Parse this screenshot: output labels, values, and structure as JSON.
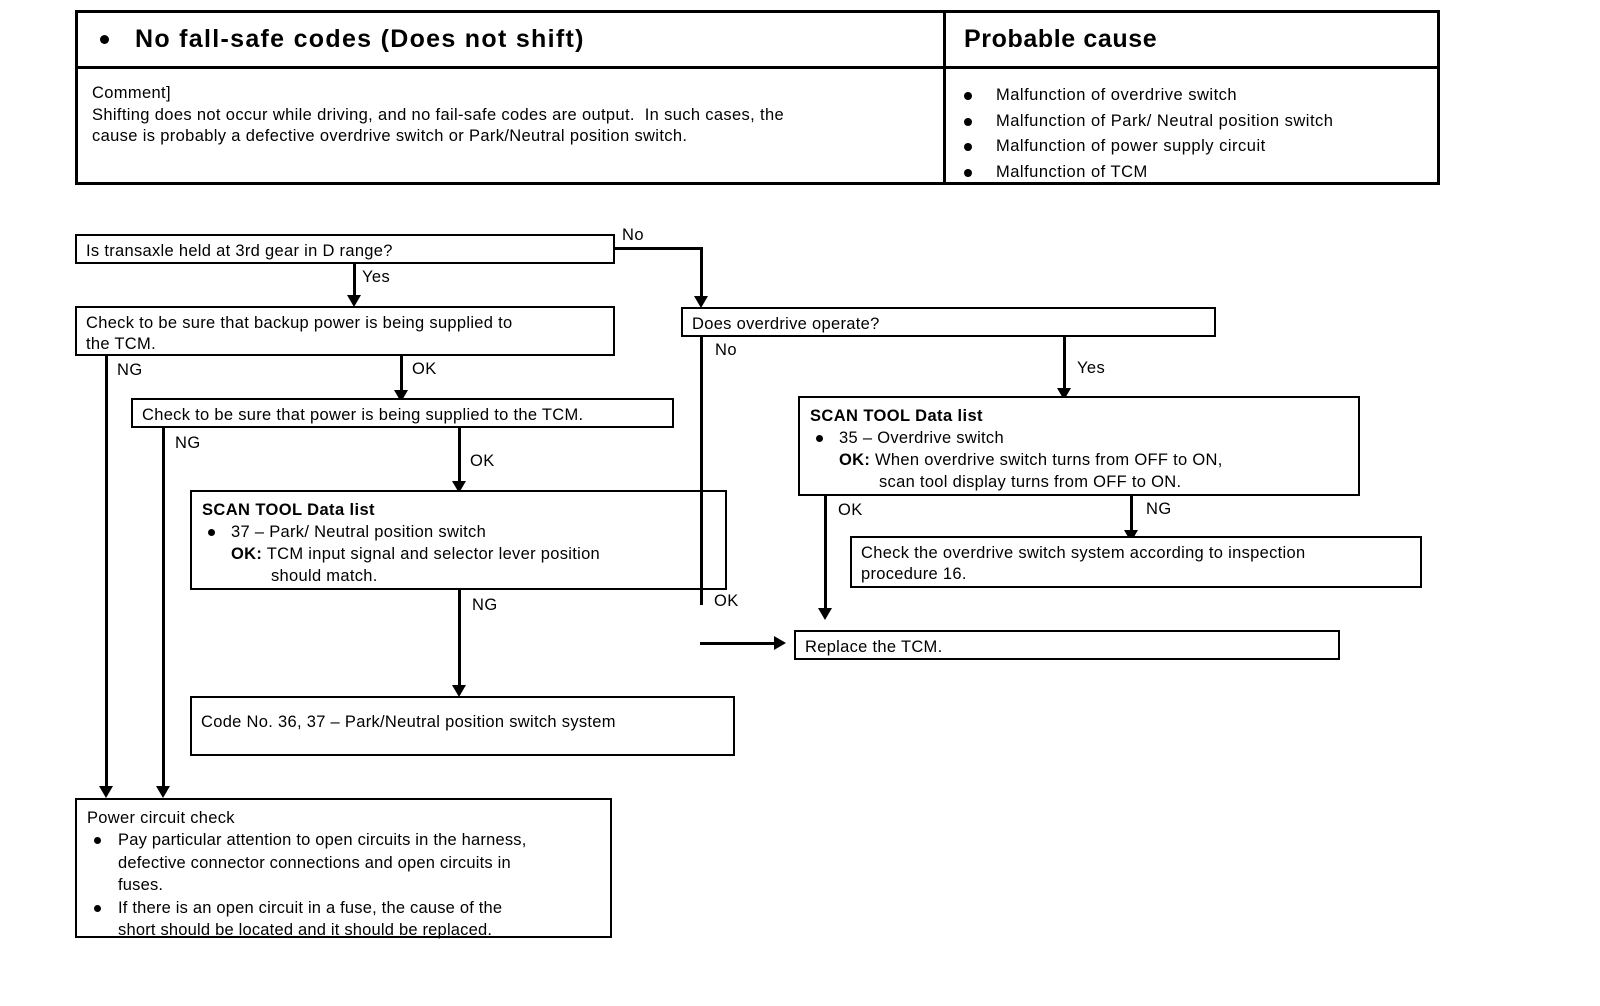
{
  "table": {
    "header_left": "No fall-safe codes (Does not shift)",
    "header_right": "Probable cause",
    "comment_label": "Comment]",
    "comment_line1": "Shifting does not occur while driving, and no fail-safe codes are output.  In such cases, the",
    "comment_line2": "cause is probably a defective overdrive switch or Park/Neutral position switch.",
    "causes": [
      "Malfunction of overdrive switch",
      "Malfunction of Park/ Neutral position switch",
      "Malfunction of power supply circuit",
      "Malfunction of TCM"
    ]
  },
  "flow": {
    "q1": "Is transaxle held at 3rd gear in D range?",
    "backup_line1": "Check to be sure that backup power is being supplied to",
    "backup_line2": "the TCM.",
    "power_tcm": "Check to be sure that power is being supplied to the TCM.",
    "scan_left": {
      "title": "SCAN TOOL Data list",
      "item": "37 – Park/ Neutral position switch",
      "ok_label": "OK:",
      "ok_line1": "TCM input signal and selector lever position",
      "ok_line2": "should match."
    },
    "q2": "Does overdrive operate?",
    "scan_right": {
      "title": "SCAN TOOL Data list",
      "item": "35 – Overdrive switch",
      "ok_label": "OK:",
      "ok_line1": "When overdrive switch turns from OFF to ON,",
      "ok_line2": "scan tool display turns from OFF to ON."
    },
    "check_od_line1": "Check the overdrive switch system according to inspection",
    "check_od_line2": "procedure 16.",
    "replace_tcm": "Replace the TCM.",
    "code_no": "Code No. 36, 37 – Park/Neutral position switch system",
    "power_circuit": {
      "title": "Power circuit check",
      "b1_line1": "Pay particular attention to open circuits in the harness,",
      "b1_line2": "defective connector connections and open circuits in",
      "b1_line3": "fuses.",
      "b2_line1": "If there is an open circuit in a fuse, the cause of the",
      "b2_line2": "short should be located and it should be replaced."
    },
    "labels": {
      "no_top": "No",
      "yes_top": "Yes",
      "ng_backup": "NG",
      "ok_backup": "OK",
      "ng_power": "NG",
      "ok_power": "OK",
      "ng_scan_left": "NG",
      "no_q2": "No",
      "yes_q2": "Yes",
      "ok_scan_right": "OK",
      "ng_scan_right": "NG",
      "ok_to_replace": "OK"
    }
  }
}
